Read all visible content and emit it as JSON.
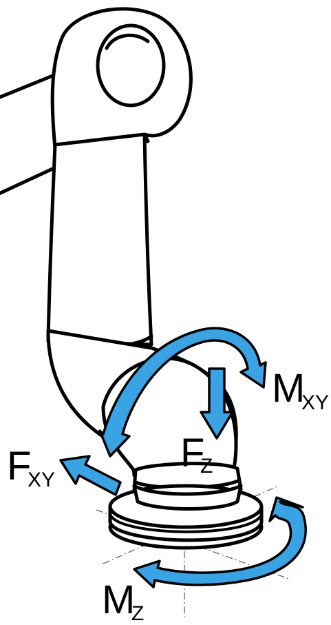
{
  "labels": {
    "mxy": {
      "main": "M",
      "sub": "XY"
    },
    "fz": {
      "main": "F",
      "sub": "Z"
    },
    "fxy": {
      "main": "F",
      "sub": "XY"
    },
    "mz": {
      "main": "M",
      "sub": "Z"
    }
  },
  "colors": {
    "arrow": "#3aa3e3",
    "outline": "#000000",
    "axis": "#555555"
  }
}
